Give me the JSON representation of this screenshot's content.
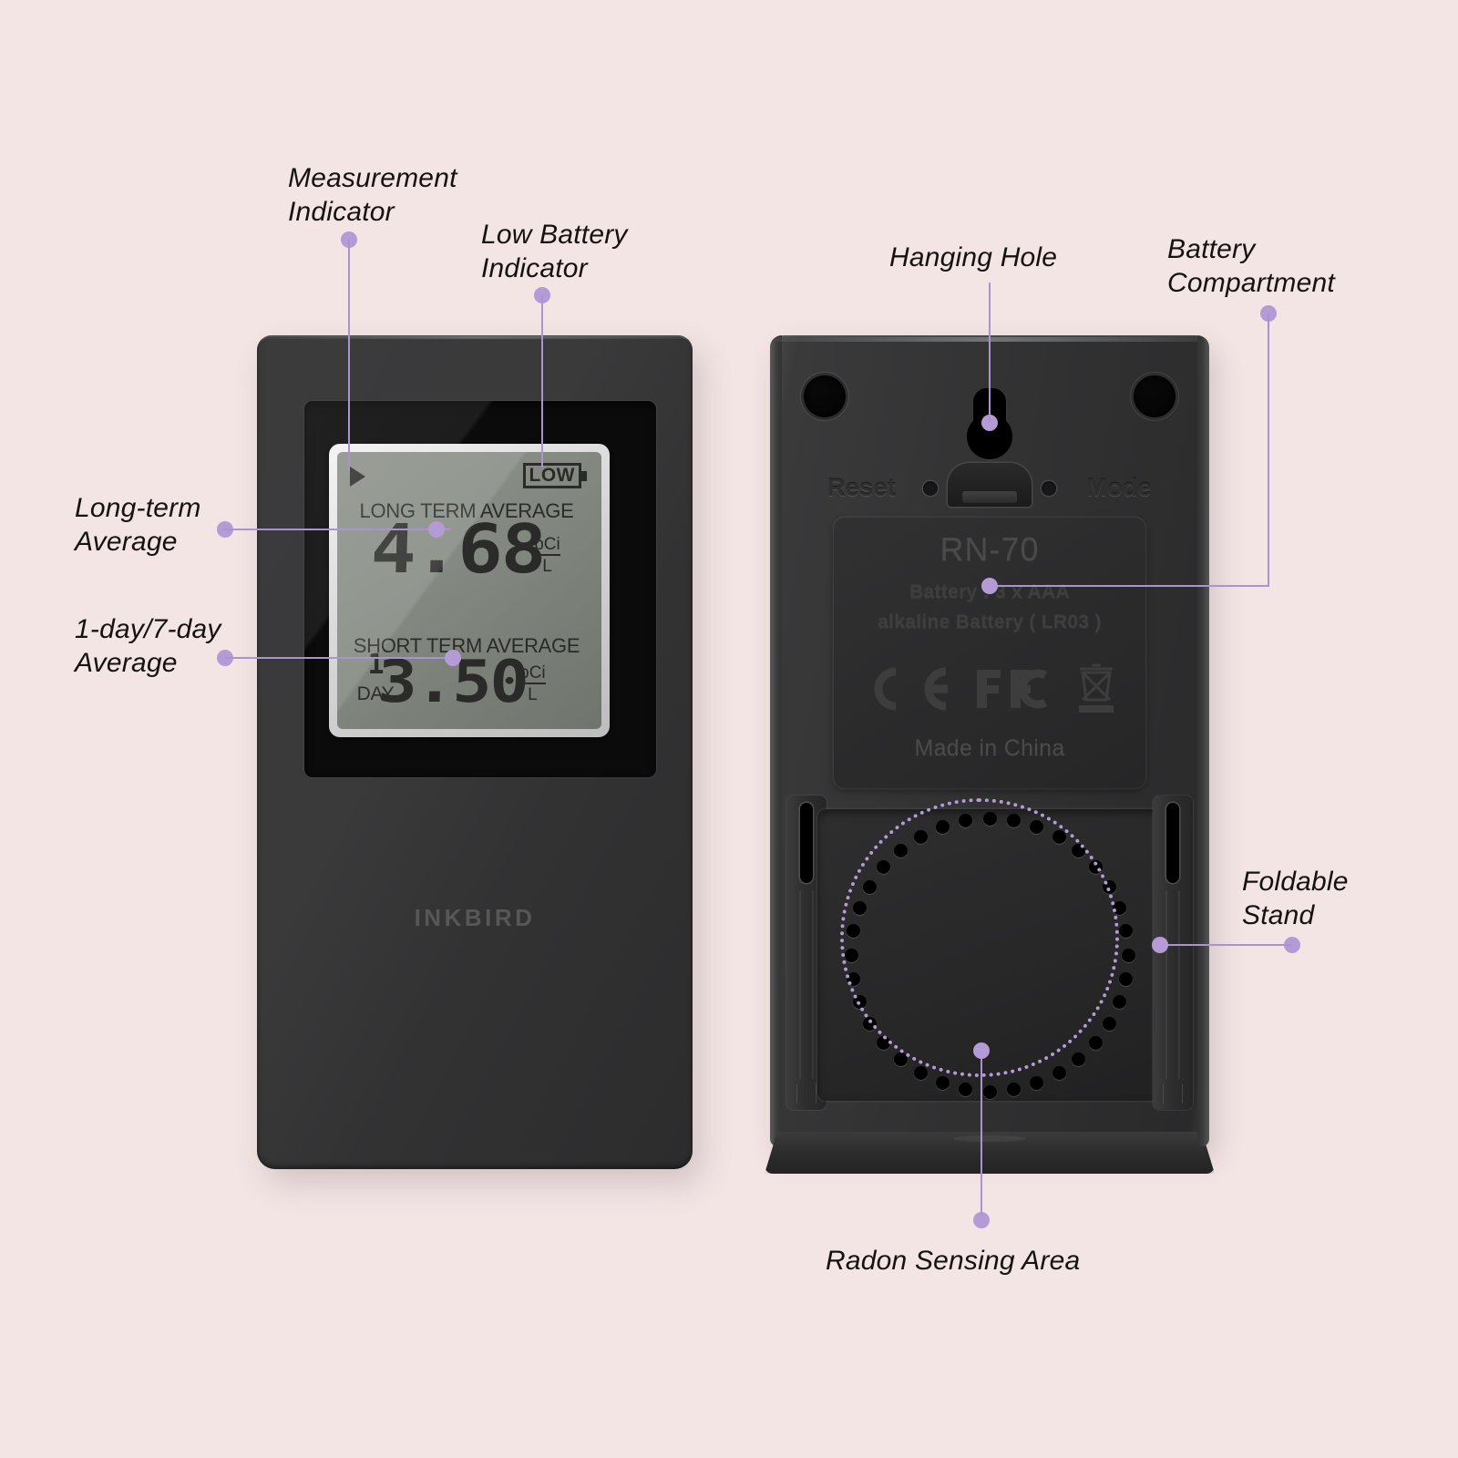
{
  "theme": {
    "background": "#f2e5e4",
    "accent": "#b49bd6",
    "leader": "#ab92d0",
    "body_dark": "#32323 3",
    "lcd_green_gray": "#848a82",
    "text_dark": "#16120f"
  },
  "callouts": [
    {
      "id": "measurement-indicator",
      "label": "Measurement\nIndicator"
    },
    {
      "id": "low-battery-indicator",
      "label": "Low Battery\nIndicator"
    },
    {
      "id": "long-term-average",
      "label": "Long-term\nAverage"
    },
    {
      "id": "one-day-seven-day-average",
      "label": "1-day/7-day\nAverage"
    },
    {
      "id": "hanging-hole",
      "label": "Hanging Hole"
    },
    {
      "id": "battery-compartment",
      "label": "Battery\nCompartment"
    },
    {
      "id": "foldable-stand",
      "label": "Foldable\nStand"
    },
    {
      "id": "radon-sensing-area",
      "label": "Radon Sensing Area"
    }
  ],
  "front": {
    "brand": "INKBIRD",
    "lcd": {
      "battery_low_label": "LOW",
      "long_term": {
        "caption": "LONG TERM AVERAGE",
        "value": "4.68",
        "unit_numerator": "pCi",
        "unit_denominator": "L"
      },
      "short_term": {
        "caption": "SHORT TERM AVERAGE",
        "value": "3.50",
        "unit_numerator": "pCi",
        "unit_denominator": "L"
      },
      "day_indicator": {
        "count": "1",
        "label": "DAY"
      }
    }
  },
  "back": {
    "reset_label": "Reset",
    "mode_label": "Mode",
    "battery_cover": {
      "model": "RN-70",
      "battery_line_1": "Battery : 3 x AAA",
      "battery_line_2": "alkaline Battery ( LR03 )",
      "origin": "Made in China",
      "certifications": [
        "ce-mark",
        "fc-mark",
        "weee-mark"
      ]
    }
  },
  "icons": {
    "measurement_arrow": "play-triangle-icon",
    "battery": "battery-low-icon",
    "hanging_hole": "keyhole-icon",
    "vent": "vent-hole-icon"
  }
}
